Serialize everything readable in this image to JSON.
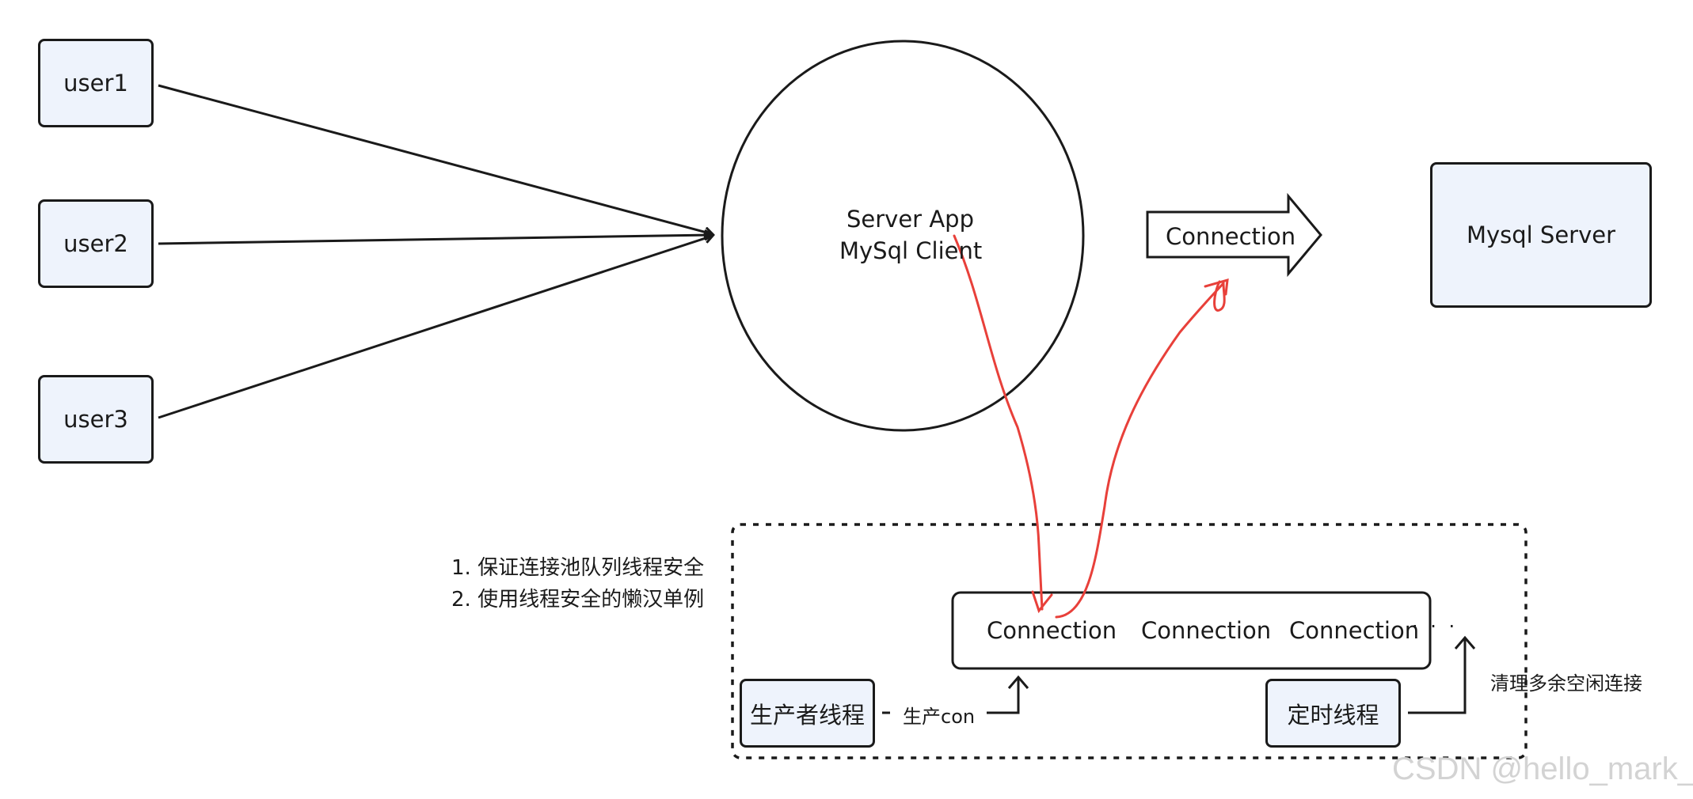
{
  "users": [
    {
      "label": "user1"
    },
    {
      "label": "user2"
    },
    {
      "label": "user3"
    }
  ],
  "server_app": {
    "line1": "Server App",
    "line2": "MySql Client"
  },
  "connection_arrow_label": "Connection",
  "mysql_server": "Mysql Server",
  "notes": [
    "1. 保证连接池队列线程安全",
    "2. 使用线程安全的懒汉单例"
  ],
  "pool": {
    "items": [
      "Connection",
      "Connection",
      "Connection"
    ],
    "ellipsis": "· · ·"
  },
  "producer_thread": "生产者线程",
  "produce_label": "生产con",
  "timer_thread": "定时线程",
  "cleanup_label": "清理多余空闲连接",
  "watermark": "CSDN @hello_mark_",
  "colors": {
    "box_fill": "#eef3fc",
    "stroke": "#1a1a1a",
    "annotation": "#e8403a"
  }
}
